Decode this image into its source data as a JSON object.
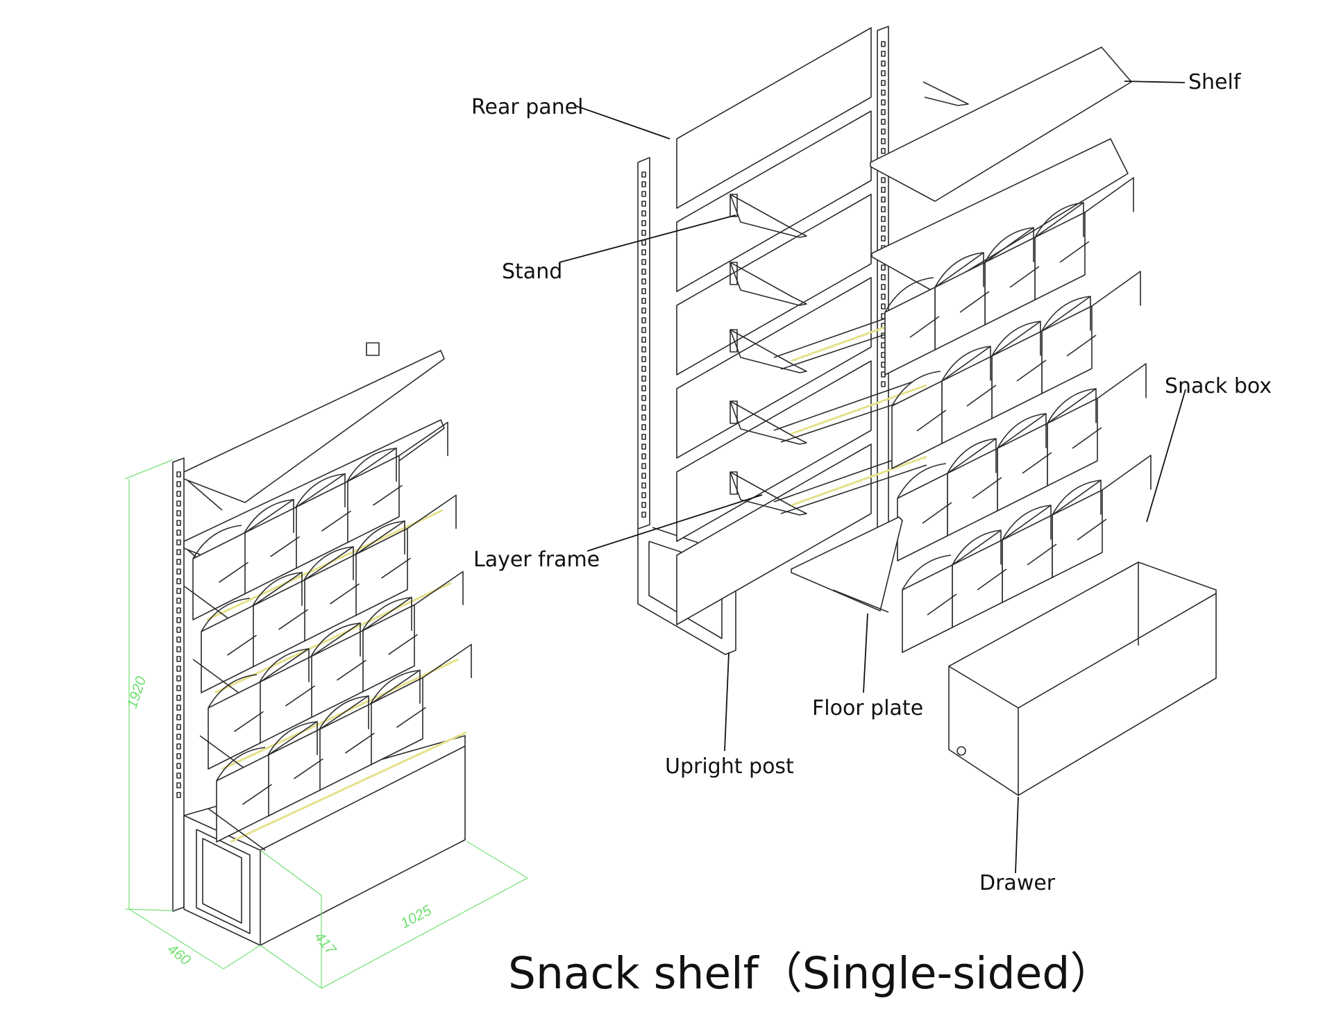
{
  "diagram": {
    "title": "Snack shelf（Single-sided）",
    "labels": {
      "rear_panel": "Rear panel",
      "stand": "Stand",
      "layer_frame": "Layer frame",
      "upright_post": "Upright post",
      "floor_plate": "Floor plate",
      "drawer": "Drawer",
      "snack_box": "Snack box",
      "shelf": "Shelf"
    },
    "dimensions": {
      "height": "1920",
      "depth": "460",
      "width": "1025",
      "base_height": "417"
    },
    "colors": {
      "line": "#2a2a2a",
      "dimension": "#7be07b",
      "accent_rail": "#e6e08a",
      "text": "#111111"
    }
  }
}
